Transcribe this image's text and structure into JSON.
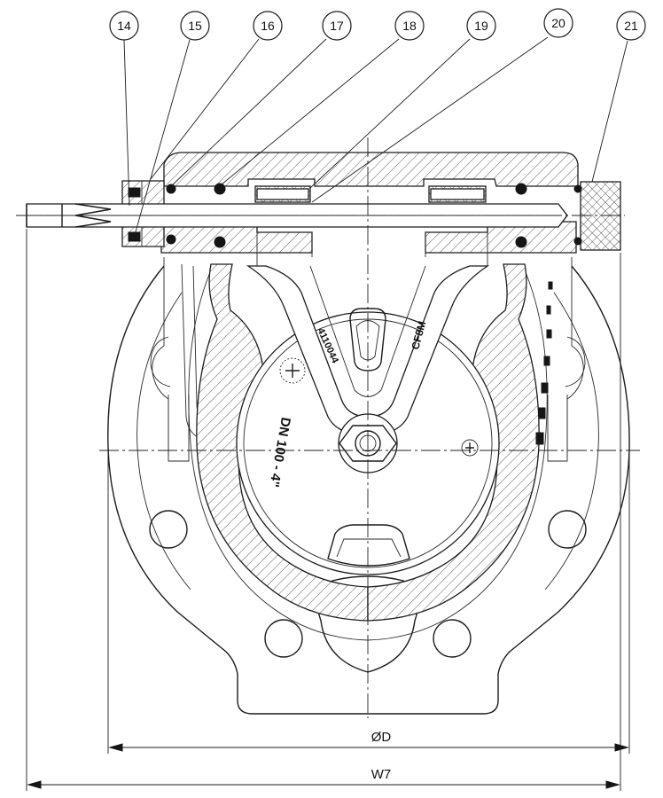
{
  "balloons": [
    "14",
    "15",
    "16",
    "17",
    "18",
    "19",
    "20",
    "21"
  ],
  "dimensions": {
    "diameter_label": "ØD",
    "width_label": "W7"
  },
  "markings": {
    "dn": "DN 100 - 4\"",
    "code": "4110044",
    "cf": "CF8M"
  }
}
